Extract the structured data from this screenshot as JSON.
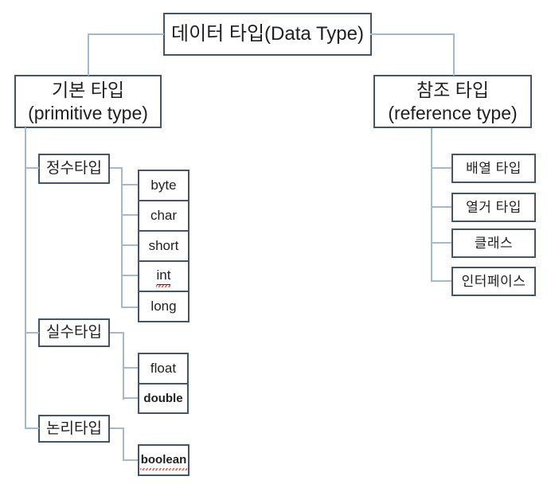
{
  "diagram": {
    "root_label": "데이터 타입(Data Type)",
    "primitive": {
      "title": "기본 타입",
      "subtitle": "(primitive type)",
      "groups": {
        "integer": "정수타입",
        "floating": "실수타입",
        "logical": "논리타입"
      },
      "integer_types": [
        "byte",
        "char",
        "short",
        "int",
        "long"
      ],
      "floating_types": [
        "float",
        "double"
      ],
      "logical_types": [
        "boolean"
      ]
    },
    "reference": {
      "title": "참조 타입",
      "subtitle": "(reference type)",
      "children": [
        "배열 타입",
        "열거 타입",
        "클래스",
        "인터페이스"
      ]
    }
  },
  "colors": {
    "border": "#44546a",
    "line": "#a4b8cf",
    "text": "#1f1f1f",
    "squiggle": "#dd5e55"
  }
}
